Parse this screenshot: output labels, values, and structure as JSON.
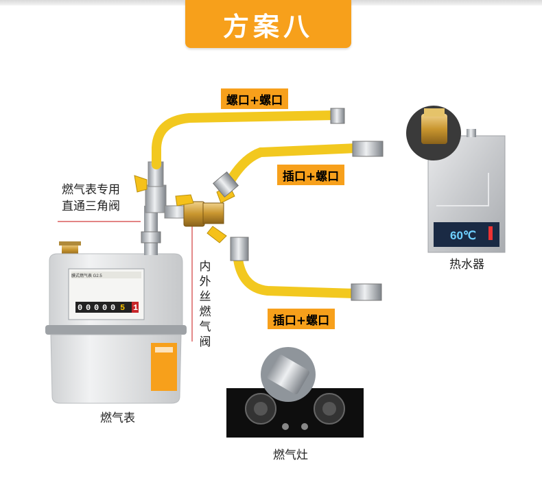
{
  "title": "方案八",
  "labels": {
    "top_hose": "螺口+螺口",
    "middle_hose": "插口+螺口",
    "bottom_hose": "插口+螺口",
    "meter_valve_line1": "燃气表专用",
    "meter_valve_line2": "直通三角阀",
    "inner_outer_valve": "内外丝燃气阀",
    "water_heater": "热水器",
    "gas_meter": "燃气表",
    "gas_stove": "燃气灶"
  },
  "heater_display": "60℃",
  "meter_face": {
    "header": "膜式燃气表 G2.5",
    "digits": [
      "0",
      "0",
      "0",
      "0",
      "0",
      "5",
      "1"
    ]
  },
  "colors": {
    "accent": "#f7a01b",
    "hose_yellow": "#f2c81f",
    "brass": "#c99a3a",
    "steel": "#c8ccd0"
  }
}
